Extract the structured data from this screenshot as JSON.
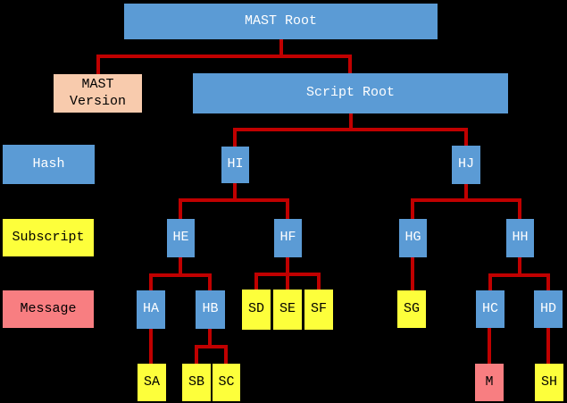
{
  "colors": {
    "hash_blue": "#5b9bd5",
    "subscript_yellow": "#fdff3b",
    "message_pink": "#f87e81",
    "version_peach": "#f8cbad",
    "connector_red": "#c00000",
    "background": "#000000"
  },
  "legend": {
    "hash": "Hash",
    "subscript": "Subscript",
    "message": "Message"
  },
  "nodes": {
    "mast_root": "MAST Root",
    "mast_version": "MAST Version",
    "script_root": "Script Root",
    "hi": "HI",
    "hj": "HJ",
    "he": "HE",
    "hf": "HF",
    "hg": "HG",
    "hh": "HH",
    "ha": "HA",
    "hb": "HB",
    "sd": "SD",
    "se": "SE",
    "sf": "SF",
    "sg": "SG",
    "hc": "HC",
    "hd": "HD",
    "sa": "SA",
    "sb": "SB",
    "sc": "SC",
    "m": "M",
    "sh": "SH"
  },
  "edges": [
    {
      "parent": "MAST Root",
      "children": [
        "MAST Version",
        "Script Root"
      ]
    },
    {
      "parent": "Script Root",
      "children": [
        "HI",
        "HJ"
      ]
    },
    {
      "parent": "HI",
      "children": [
        "HE",
        "HF"
      ]
    },
    {
      "parent": "HJ",
      "children": [
        "HG",
        "HH"
      ]
    },
    {
      "parent": "HE",
      "children": [
        "HA",
        "HB"
      ]
    },
    {
      "parent": "HF",
      "children": [
        "SD",
        "SE",
        "SF"
      ]
    },
    {
      "parent": "HG",
      "children": [
        "SG"
      ]
    },
    {
      "parent": "HH",
      "children": [
        "HC",
        "HD"
      ]
    },
    {
      "parent": "HA",
      "children": [
        "SA"
      ]
    },
    {
      "parent": "HB",
      "children": [
        "SB",
        "SC"
      ]
    },
    {
      "parent": "HC",
      "children": [
        "M"
      ]
    },
    {
      "parent": "HD",
      "children": [
        "SH"
      ]
    }
  ]
}
